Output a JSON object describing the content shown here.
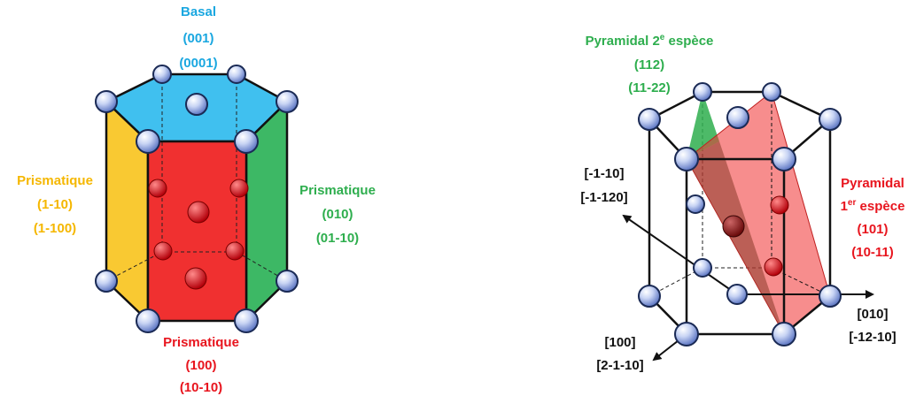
{
  "colors": {
    "basal": "#1AA7E0",
    "prism_yellow": "#F5B700",
    "prism_green": "#2EAE4E",
    "prism_red": "#E8151E",
    "black": "#111111",
    "atom": "#8FA7E0"
  },
  "left": {
    "basal": {
      "name": "Basal",
      "miller3": "(001)",
      "miller4": "(0001)"
    },
    "prism_left": {
      "name": "Prismatique",
      "miller3": "(1-10)",
      "miller4": "(1-100)"
    },
    "prism_right": {
      "name": "Prismatique",
      "miller3": "(010)",
      "miller4": "(01-10)"
    },
    "prism_front": {
      "name": "Prismatique",
      "miller3": "(100)",
      "miller4": "(10-10)"
    }
  },
  "right": {
    "pyr2": {
      "name_a": "Pyramidal 2",
      "sup": "e",
      "name_b": " espèce",
      "miller3": "(112)",
      "miller4": "(11-22)"
    },
    "pyr1": {
      "name": "Pyramidal",
      "prefix": "1",
      "sup": "er",
      "suffix": " espèce",
      "miller3": "(101)",
      "miller4": "(10-11)"
    },
    "dir_a": {
      "line1": "[-1-10]",
      "line2": "[-1-120]"
    },
    "dir_b": {
      "line1": "[010]",
      "line2": "[-12-10]"
    },
    "dir_c": {
      "line1": "[100]",
      "line2": "[2-1-10]"
    }
  }
}
